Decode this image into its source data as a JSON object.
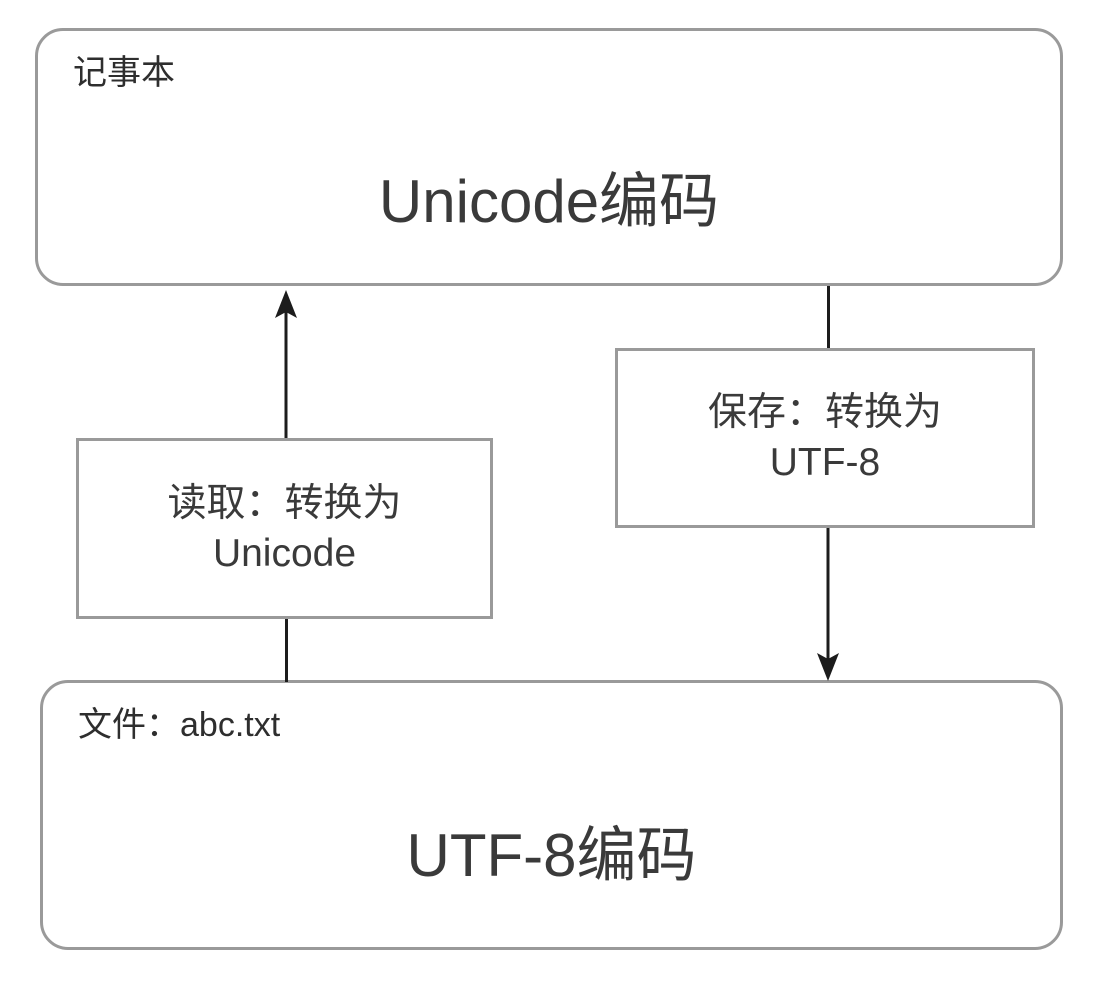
{
  "diagram": {
    "type": "flowchart",
    "title": "Notepad Unicode / UTF-8 encoding conversion flow",
    "nodes": [
      {
        "id": "notepad",
        "shape": "rounded-rectangle",
        "corner_label": "记事本",
        "title": "Unicode编码"
      },
      {
        "id": "read-step",
        "shape": "rectangle",
        "line1": "读取：转换为",
        "line2": "Unicode"
      },
      {
        "id": "save-step",
        "shape": "rectangle",
        "line1": "保存：转换为",
        "line2": "UTF-8"
      },
      {
        "id": "file",
        "shape": "rounded-rectangle",
        "corner_label": "文件：abc.txt",
        "title": "UTF-8编码"
      }
    ],
    "edges": [
      {
        "id": "notepad-to-save",
        "from": "notepad",
        "to": "save-step",
        "arrowhead": "none",
        "direction": "down"
      },
      {
        "id": "save-to-file",
        "from": "save-step",
        "to": "file",
        "arrowhead": "end",
        "direction": "down"
      },
      {
        "id": "file-to-read",
        "from": "file",
        "to": "read-step",
        "arrowhead": "none",
        "direction": "up"
      },
      {
        "id": "read-to-notepad",
        "from": "read-step",
        "to": "notepad",
        "arrowhead": "end",
        "direction": "up"
      }
    ]
  },
  "colors": {
    "background": "#ffffff",
    "box_border": "#9a9a9a",
    "box_fill": "#ffffff",
    "text": "#3a3a3a",
    "arrow": "#1c1c1c"
  }
}
